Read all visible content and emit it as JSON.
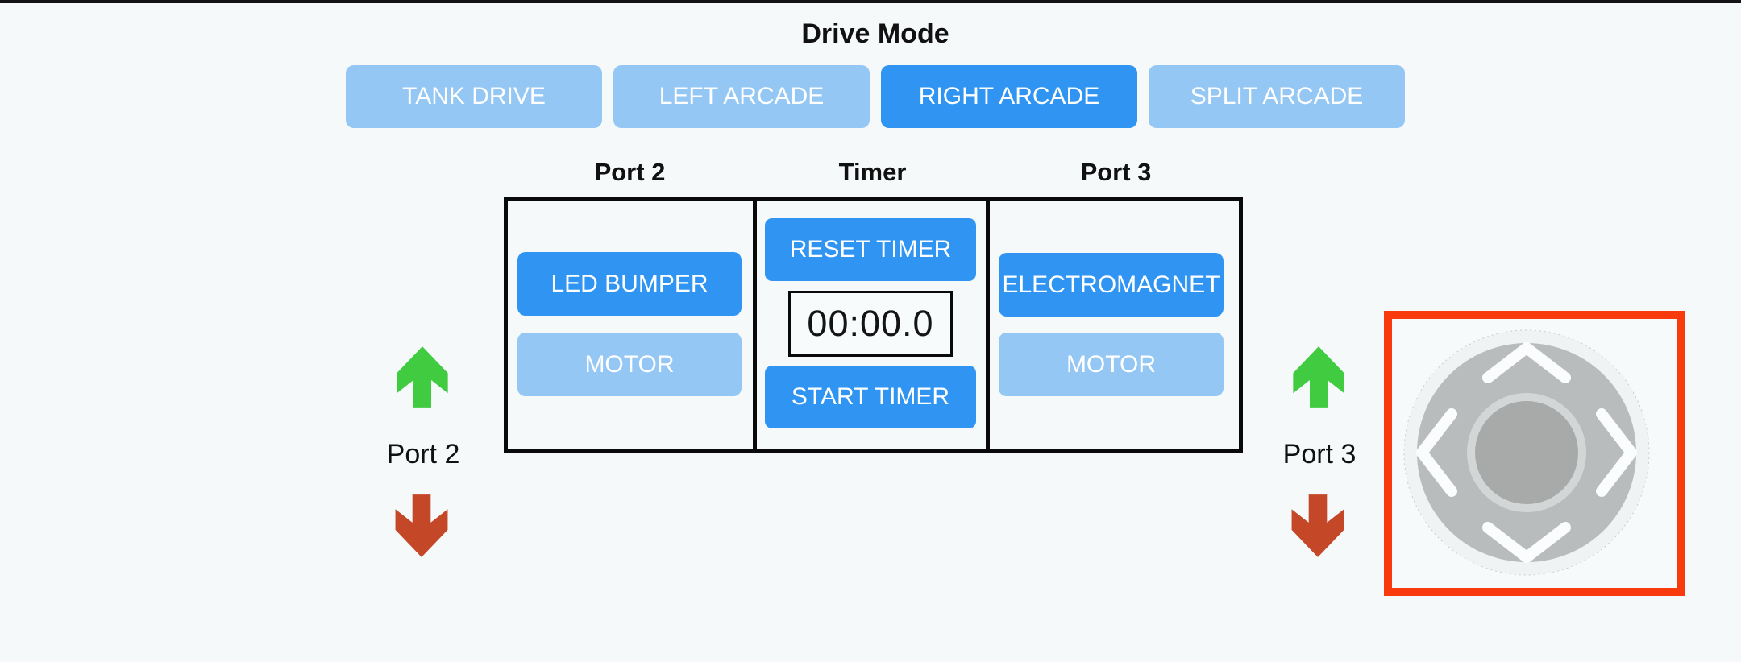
{
  "colors": {
    "background": "#F5F9FA",
    "top_bar": "#141414",
    "button_active": "#2F94F2",
    "button_inactive": "#94C7F3",
    "button_text": "#FFFFFF",
    "panel_border": "#0A0A0A",
    "timer_display_bg": "#F8FBFC",
    "timer_text": "#141414",
    "arrow_green": "#41CB41",
    "arrow_red": "#C44827",
    "frame_red": "#F93A0D",
    "frame_bg": "#F7FAFB",
    "pad_gray": "#B9BCBC",
    "base_gray": "#F0F3F4",
    "ring_gray": "#D3D6D6",
    "knob_gray": "#A7AAA9",
    "chevron_white": "#FAFCFD",
    "label_text": "#111111"
  },
  "drive_mode": {
    "title": "Drive Mode",
    "buttons": [
      {
        "label": "TANK DRIVE",
        "active": false
      },
      {
        "label": "LEFT ARCADE",
        "active": false
      },
      {
        "label": "RIGHT ARCADE",
        "active": true
      },
      {
        "label": "SPLIT ARCADE",
        "active": false
      }
    ]
  },
  "control_table": {
    "headers": [
      "Port 2",
      "Timer",
      "Port 3"
    ],
    "port2_column": {
      "device_button": {
        "label": "LED BUMPER",
        "active": true
      },
      "motor_button": {
        "label": "MOTOR",
        "active": false
      }
    },
    "timer_column": {
      "reset_button": {
        "label": "RESET TIMER",
        "active": true
      },
      "display_value": "00:00.0",
      "start_button": {
        "label": "START TIMER",
        "active": true
      }
    },
    "port3_column": {
      "device_button": {
        "label": "ELECTROMAGNET",
        "active": true
      },
      "motor_button": {
        "label": "MOTOR",
        "active": false
      }
    }
  },
  "port_indicators": {
    "left": {
      "label": "Port 2",
      "up_icon": "green-up-arrow",
      "down_icon": "red-down-arrow"
    },
    "right": {
      "label": "Port 3",
      "up_icon": "green-up-arrow",
      "down_icon": "red-down-arrow"
    }
  },
  "joystick": {
    "selected": true,
    "chevrons": [
      "up",
      "down",
      "left",
      "right"
    ]
  }
}
